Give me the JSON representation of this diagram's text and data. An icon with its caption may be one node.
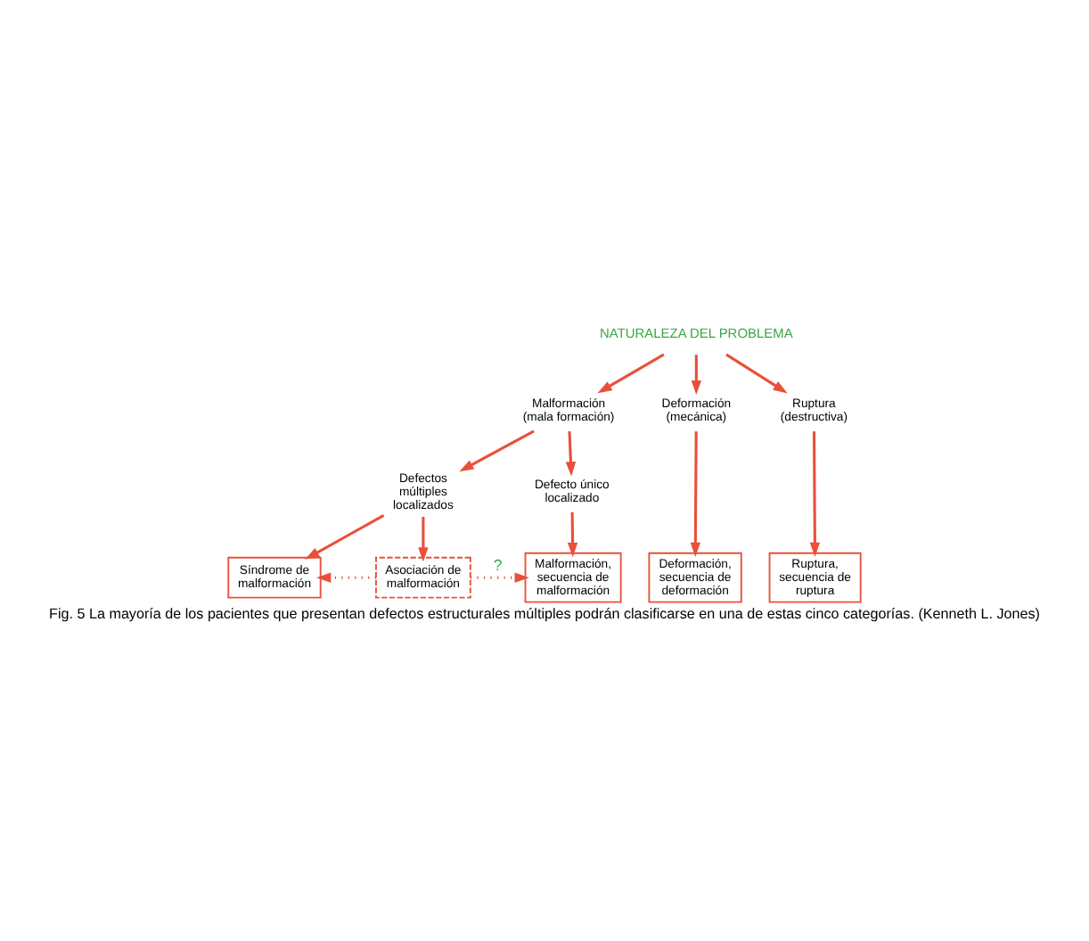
{
  "diagram": {
    "caption": "Fig. 5 La mayoría de los pacientes que presentan defectos estructurales múltiples podrán clasificarse en una de estas cinco categorías. (Kenneth L. Jones)",
    "nodes": [
      {
        "text": [
          "NATURALEZA DEL PROBLEMA"
        ]
      },
      {
        "text": [
          "Malformación (mala formación)"
        ]
      },
      {
        "text": [
          "Deformación (mecánica)"
        ]
      },
      {
        "text": [
          "Ruptura (destructiva)"
        ]
      },
      {
        "text": [
          "Defectos múltiples localizados"
        ]
      },
      {
        "text": [
          "Defecto único localizado"
        ]
      },
      {
        "text": [
          "Síndrome de malformación"
        ]
      },
      {
        "text": [
          "Malformación, secuencia de malformación"
        ]
      },
      {
        "text": [
          "Deformación, secuencia de deformación"
        ]
      },
      {
        "text": [
          "Ruptura, secuencia de ruptura"
        ]
      },
      {
        "text": [
          "Asociación de malformación"
        ]
      }
    ],
    "edges": [
      {
        "from": 0,
        "to": 1,
        "arrow": "to"
      },
      {
        "from": 0,
        "to": 2,
        "arrow": "to"
      },
      {
        "from": 0,
        "to": 3,
        "arrow": "to"
      },
      {
        "from": 1,
        "to": 4,
        "arrow": "to"
      },
      {
        "from": 1,
        "to": 5,
        "arrow": "to"
      },
      {
        "from": 4,
        "to": 6,
        "arrow": "to"
      },
      {
        "from": 5,
        "to": 7,
        "arrow": "to"
      },
      {
        "from": 2,
        "to": 8,
        "arrow": "to"
      },
      {
        "from": 3,
        "to": 9,
        "arrow": "to"
      },
      {
        "from": 4,
        "to": 10,
        "arrow": "to"
      },
      {
        "from": 10,
        "to": 6,
        "arrow": "to",
        "style": "dashed"
      },
      {
        "from": 10,
        "to": 7,
        "arrow": "to",
        "style": "dashed",
        "label": "?"
      }
    ]
  }
}
